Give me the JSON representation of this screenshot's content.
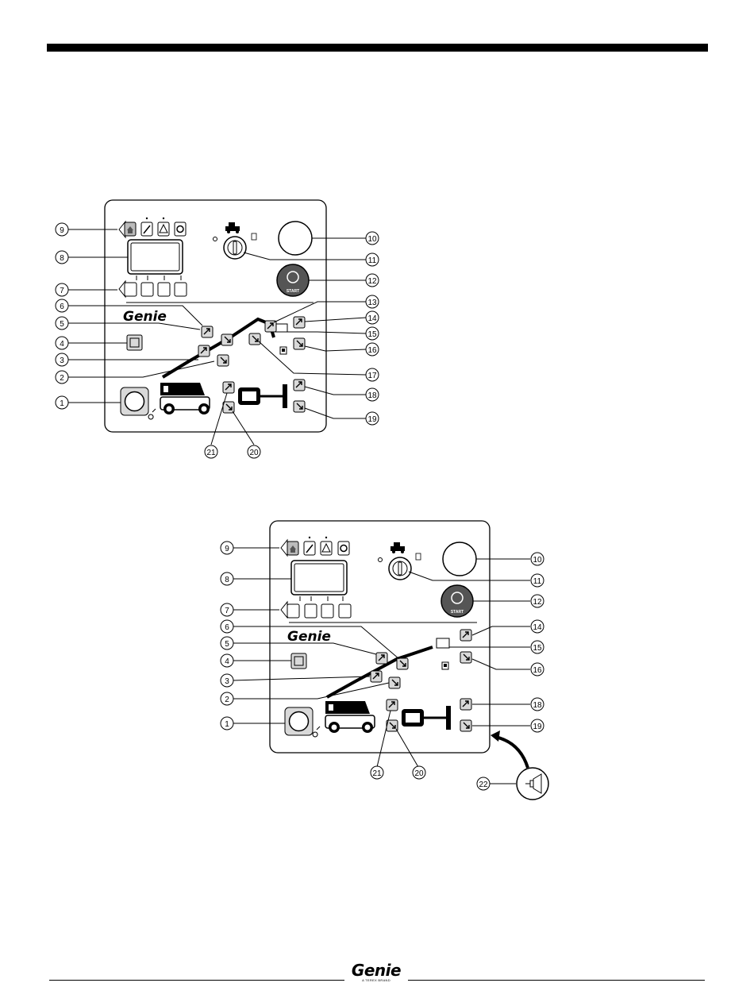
{
  "panels": [
    {
      "id": "panel-1",
      "callouts": [
        "9",
        "8",
        "7",
        "6",
        "5",
        "4",
        "3",
        "2",
        "1",
        "10",
        "11",
        "12",
        "13",
        "14",
        "15",
        "16",
        "17",
        "18",
        "19",
        "21",
        "20"
      ],
      "logo": "Genie",
      "start_label": "START"
    },
    {
      "id": "panel-2",
      "callouts": [
        "9",
        "8",
        "7",
        "6",
        "5",
        "4",
        "3",
        "2",
        "1",
        "10",
        "11",
        "12",
        "14",
        "15",
        "16",
        "18",
        "19",
        "21",
        "20",
        "22"
      ],
      "logo": "Genie",
      "start_label": "START"
    }
  ],
  "footer": {
    "brand": "Genie",
    "tagline": "A TEREX BRAND"
  },
  "colors": {
    "ink": "#000000",
    "button_fill": "#d9d9d9",
    "start_fill": "#555555"
  }
}
